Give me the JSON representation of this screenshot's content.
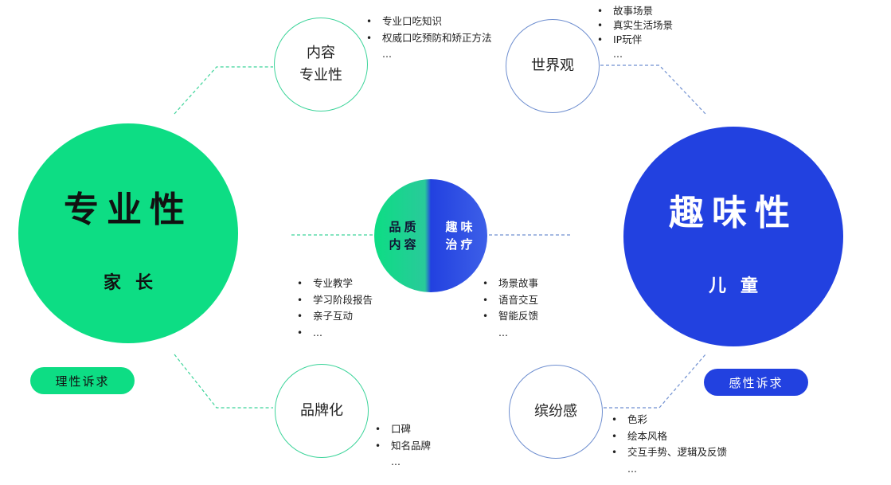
{
  "colors": {
    "green": "#0ddd84",
    "blue": "#2241e0",
    "green_line": "#3dd49a",
    "blue_line": "#6f8fd0"
  },
  "left_main": {
    "title": "专业性",
    "subtitle": "家长"
  },
  "right_main": {
    "title": "趣味性",
    "subtitle": "儿童"
  },
  "center": {
    "left_line1": "品质",
    "left_line2": "内容",
    "right_line1": "趣味",
    "right_line2": "治疗"
  },
  "nodes": {
    "content": {
      "line1": "内容",
      "line2": "专业性"
    },
    "world": {
      "label": "世界观"
    },
    "brand": {
      "label": "品牌化"
    },
    "color": {
      "label": "缤纷感"
    }
  },
  "lists": {
    "content": [
      "专业口吃知识",
      "权威口吃预防和矫正方法",
      "..."
    ],
    "world": [
      "故事场景",
      "真实生活场景",
      "IP玩伴",
      "..."
    ],
    "left_center": [
      "专业教学",
      "学习阶段报告",
      "亲子互动",
      "..."
    ],
    "right_center": [
      "场景故事",
      "语音交互",
      "智能反馈",
      "..."
    ],
    "brand": [
      "口碑",
      "知名品牌",
      "..."
    ],
    "color": [
      "色彩",
      "绘本风格",
      "交互手势、逻辑及反馈",
      "..."
    ]
  },
  "pills": {
    "left": "理性诉求",
    "right": "感性诉求"
  }
}
